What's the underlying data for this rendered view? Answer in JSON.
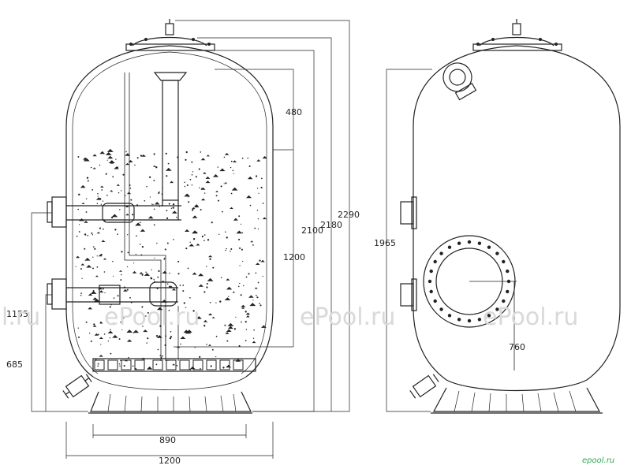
{
  "dimensions": {
    "d480": "480",
    "d1200_height": "1200",
    "d2100": "2100",
    "d2180": "2180",
    "d2290": "2290",
    "d1155": "1155",
    "d685": "685",
    "d890": "890",
    "d1200_width": "1200",
    "d1965": "1965",
    "d760": "760"
  },
  "watermark": {
    "w1": "l.ru",
    "w2": "ePool.ru",
    "w3": "ePool.ru",
    "w4": "ePool.ru"
  },
  "brand": "epool.ru",
  "colors": {
    "line": "#222222",
    "watermark": "#d9d9d9",
    "brand": "#2fa84f"
  }
}
